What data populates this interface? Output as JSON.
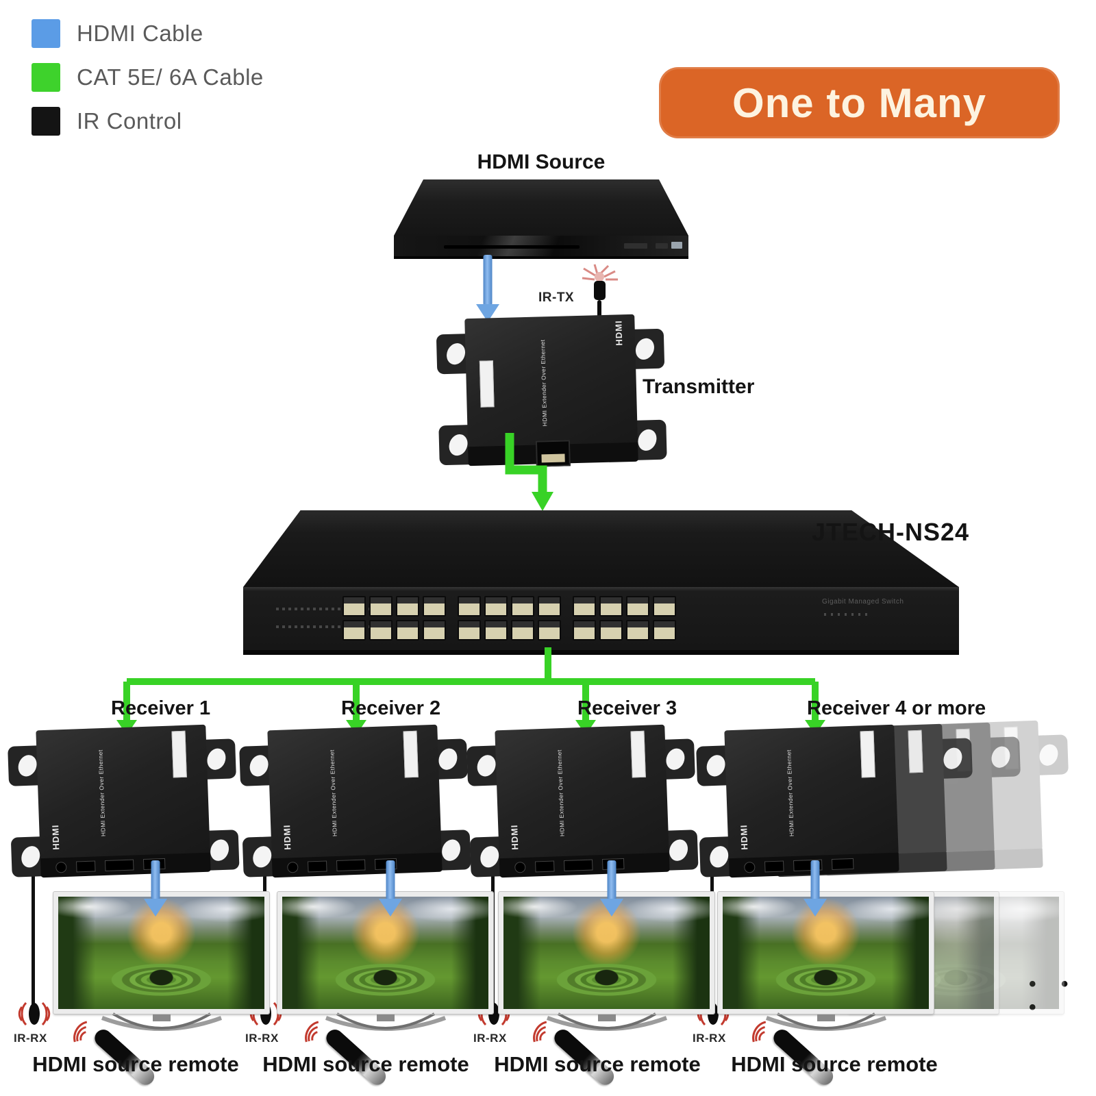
{
  "legend": {
    "items": [
      {
        "label": "HDMI Cable",
        "color": "#5b9ce6"
      },
      {
        "label": "CAT 5E/ 6A Cable",
        "color": "#3ed22c"
      },
      {
        "label": "IR Control",
        "color": "#141414"
      }
    ]
  },
  "banner": {
    "label": "One to Many",
    "bg": "#db6526",
    "fg": "#fdf3e0"
  },
  "source": {
    "label": "HDMI Source"
  },
  "transmitter": {
    "label": "Transmitter",
    "ir_label": "IR-TX",
    "body_text": "HDMI Extender Over Ethernet",
    "logo": "HDMI"
  },
  "switch": {
    "model": "JTECH-NS24",
    "panel_text": "Gigabit Managed Switch",
    "port_count": 24
  },
  "receivers": {
    "labels": [
      "Receiver 1",
      "Receiver 2",
      "Receiver 3",
      "Receiver 4 or more"
    ],
    "body_text": "HDMI Extender Over Ethernet",
    "logo": "HDMI",
    "ir_label": "IR-RX",
    "remote_caption": "HDMI source remote",
    "more_dots": "• • •"
  },
  "cable_colors": {
    "hdmi": "#6ea5e2",
    "cat": "#38d226",
    "ir": "#101010"
  }
}
